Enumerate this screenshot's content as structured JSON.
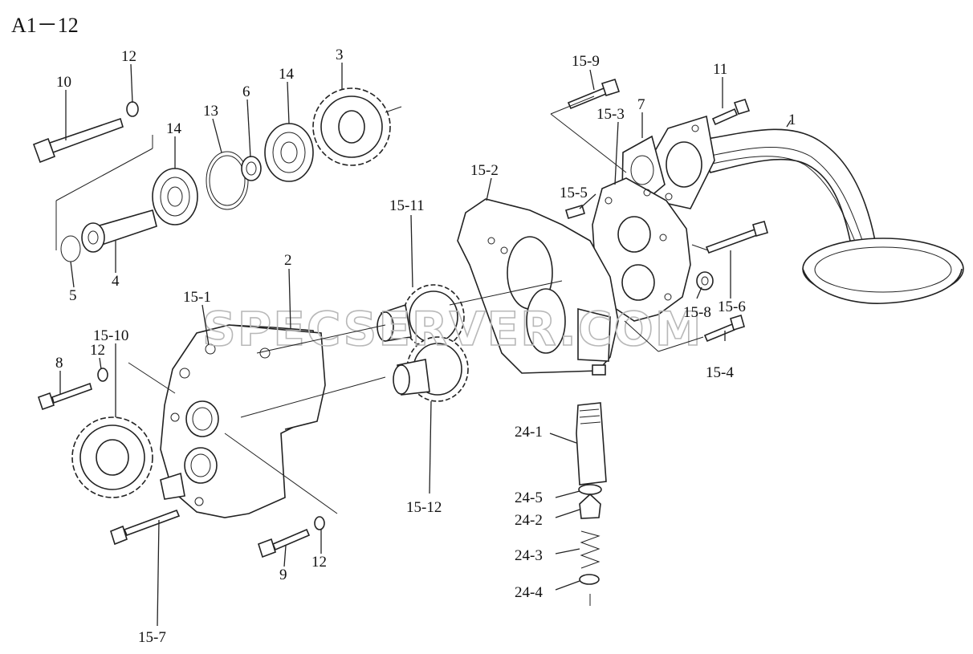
{
  "title": "A1－12",
  "watermark": "SPECSERVER.COM",
  "labels": {
    "p1": "1",
    "p2": "2",
    "p3": "3",
    "p4": "4",
    "p5": "5",
    "p6": "6",
    "p7": "7",
    "p8": "8",
    "p9": "9",
    "p10": "10",
    "p11": "11",
    "p12a": "12",
    "p12b": "12",
    "p12c": "12",
    "p13": "13",
    "p14a": "14",
    "p14b": "14",
    "p15_1": "15-1",
    "p15_2": "15-2",
    "p15_3": "15-3",
    "p15_4": "15-4",
    "p15_5": "15-5",
    "p15_6": "15-6",
    "p15_7": "15-7",
    "p15_8": "15-8",
    "p15_9": "15-9",
    "p15_10": "15-10",
    "p15_11": "15-11",
    "p15_12": "15-12",
    "p24_1": "24-1",
    "p24_2": "24-2",
    "p24_3": "24-3",
    "p24_4": "24-4",
    "p24_5": "24-5"
  }
}
